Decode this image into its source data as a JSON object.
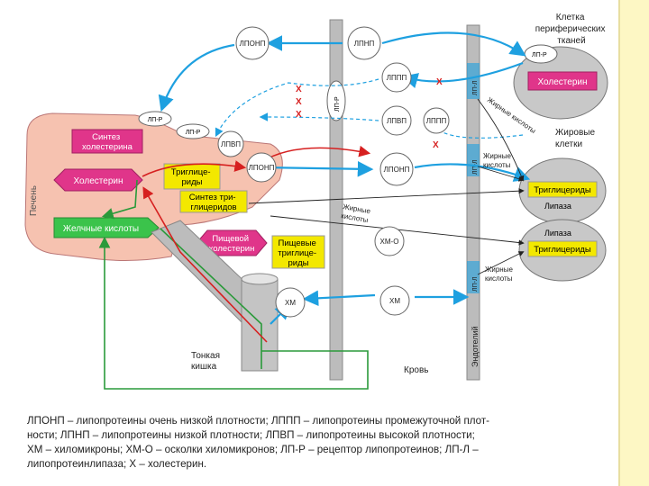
{
  "diagram": {
    "labels": {
      "lponp": "ЛПОНП",
      "lpnp": "ЛПНП",
      "lppp": "ЛППП",
      "lpvp": "ЛПВП",
      "lpp": "ЛППП",
      "lpvp2": "ЛПВП",
      "lpr1": "ЛП-Р",
      "lpr2": "ЛП-Р",
      "lpr3": "ЛП-Р",
      "lpr4": "ЛП-Р",
      "lpl1": "ЛП-Л",
      "lpl2": "ЛП-Л",
      "lpl3": "ЛП-Л",
      "xm": "ХМ",
      "xmo": "ХМ-О",
      "x": "X"
    },
    "boxes": {
      "cholesterol_synthesis": [
        "Синтез",
        "холестерина"
      ],
      "cholesterol": "Холестерин",
      "bile_acids": "Желчные кислоты",
      "triglycerides": [
        "Триглице-",
        "риды"
      ],
      "tg_synthesis": [
        "Синтез три-",
        "глицеридов"
      ],
      "food_cholesterol": [
        "Пищевой",
        "холестерин"
      ],
      "food_tg": [
        "Пищевые",
        "триглице-",
        "риды"
      ],
      "cell_cholesterol": "Холестерин",
      "fat_tg1": "Триглицериды",
      "fat_tg2": "Триглицериды"
    },
    "text": {
      "peripheral_cell": [
        "Клетка",
        "периферических",
        "тканей"
      ],
      "fat_cells": [
        "Жировые",
        "клетки"
      ],
      "liver": "Печень",
      "intestine": [
        "Тонкая",
        "кишка"
      ],
      "blood": "Кровь",
      "endothelium": "Эндотелий",
      "lipase1": "Липаза",
      "lipase2": "Липаза",
      "fatty_acids1": [
        "Жирные",
        "кислоты"
      ],
      "fatty_acids2": [
        "Жирные",
        "кислоты"
      ],
      "fatty_acids3": [
        "Жирные",
        "кислоты"
      ],
      "fatty_acids4": [
        "Жирные",
        "кислоты"
      ]
    }
  },
  "legend": [
    "ЛПОНП – липопротеины очень низкой плотности; ЛППП – липопротеины промежуточной плот-",
    "ности; ЛПНП – липопротеины низкой плотности; ЛПВП – липопротеины высокой плотности;",
    "ХМ – хиломикроны; ХМ-О – осколки хиломикронов; ЛП-Р – рецептор липопротеинов; ЛП-Л –",
    "липопротеинлипаза; Х – холестерин."
  ]
}
